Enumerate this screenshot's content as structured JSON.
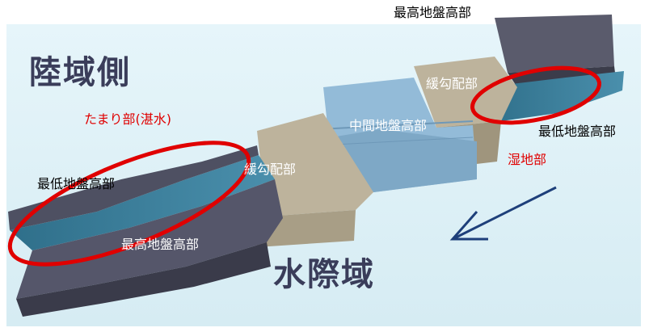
{
  "labels": {
    "top_highest": "最高地盤高部",
    "land_side": "陸域側",
    "pool_area": "たまり部(湛水)",
    "gentle_slope_right": "緩勾配部",
    "middle_ground": "中間地盤高部",
    "lowest_right": "最低地盤高部",
    "wetland": "湿地部",
    "lowest_left": "最低地盤高部",
    "gentle_slope_left": "緩勾配部",
    "highest_bottom": "最高地盤高部",
    "water_side": "水際域"
  },
  "colors": {
    "background": "#ffffff",
    "panel": "#dff1f7",
    "annotation_red": "#e00000",
    "dark_block": "#4a4b5c",
    "tan_slope": "#b6ab93",
    "blue_middle": "#8fb8d6",
    "water_channel": "#3d7f9c"
  }
}
